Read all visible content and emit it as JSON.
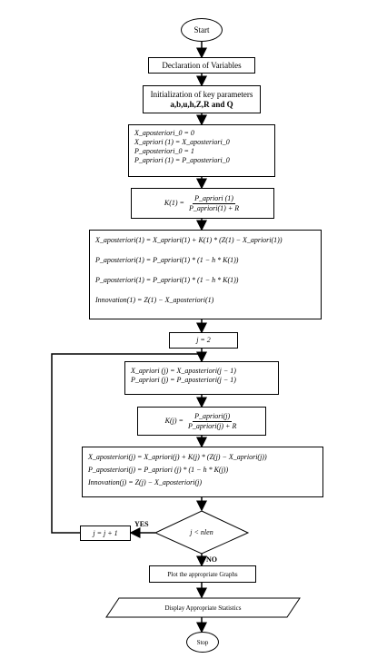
{
  "start": "Start",
  "declaration": "Declaration of Variables",
  "init": {
    "line1": "Initialization of key parameters",
    "line2": "a,b,u,h,Z,R and Q"
  },
  "block1": [
    "X_aposteriori_0 = 0",
    "X_apriori (1)  = X_aposteriori_0",
    "P_aposteriori_0 = 1",
    "P_apriori (1)  = P_aposteriori_0"
  ],
  "k1": {
    "lhs": "K(1) =",
    "num": "P_apriori (1)",
    "den": "P_apriori(1) + R"
  },
  "block2": [
    "X_aposteriori(1) = X_apriori(1) + K(1) * (Z(1) − X_apriori(1))",
    "P_aposteriori(1) = P_apriori(1) * (1 − h * K(1))",
    "P_aposteriori(1) =  P_apriori(1) * (1 − h * K(1))",
    "Innovation(1) = Z(1) −  X_aposteriori(1)"
  ],
  "jinit": "j  =  2",
  "block3": [
    "X_apriori (j)  = X_aposteriori(j − 1)",
    "P_apriori (j) = P_aposteriori(j − 1)"
  ],
  "kj": {
    "lhs": "K(j) =",
    "num": "P_apriori(j)",
    "den": "P_apriori(j) + R"
  },
  "block4": [
    "X_aposteriori(j) = X_apriori(j) +  K(j) * (Z(j) −  X_apriori(j))",
    "P_aposteriori(j) =  P_apriori (j) * (1 − h * K(j))",
    "Innovation(j) =  Z(j) −  X_aposteriori(j)"
  ],
  "decision": "j < nlen",
  "increment": "j  =  j + 1",
  "yes": "YES",
  "no": "NO",
  "plot": "Plot the appropriate  Graphs",
  "display": "Display Appropriate  Statistics",
  "stop": "Stop"
}
